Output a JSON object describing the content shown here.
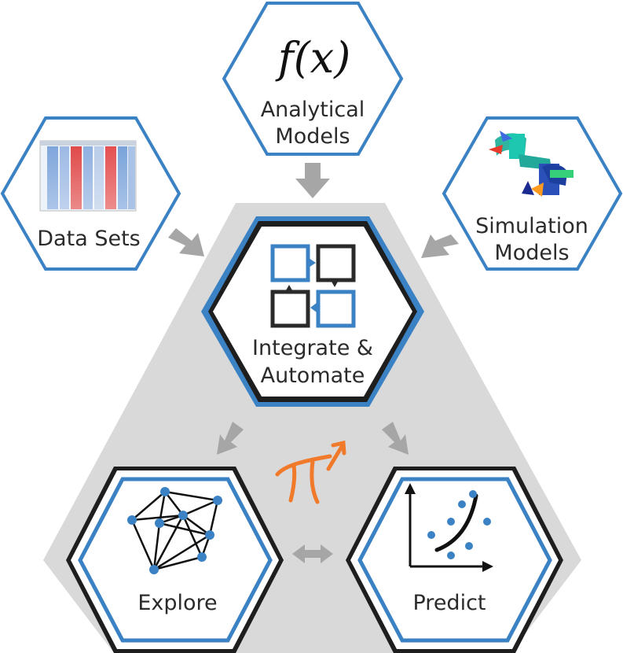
{
  "nodes": {
    "analytical": {
      "symbol": "f(x)",
      "line1": "Analytical",
      "line2": "Models",
      "icon": "function-icon"
    },
    "data_sets": {
      "line1": "Data Sets",
      "icon": "spreadsheet-heatmap-icon"
    },
    "simulation": {
      "line1": "Simulation",
      "line2": "Models",
      "icon": "3d-simulation-icon"
    },
    "integrate": {
      "line1": "Integrate &",
      "line2": "Automate",
      "icon": "workflow-blocks-icon"
    },
    "explore": {
      "line1": "Explore",
      "icon": "network-graph-icon"
    },
    "predict": {
      "line1": "Predict",
      "icon": "scatter-curve-icon"
    }
  },
  "colors": {
    "accent_blue": "#3b82c4",
    "dark_border": "#1e1e1e",
    "arrow_gray": "#a6a6a6",
    "panel_gray": "#d9d9d9",
    "pi_orange": "#f07a2a"
  }
}
